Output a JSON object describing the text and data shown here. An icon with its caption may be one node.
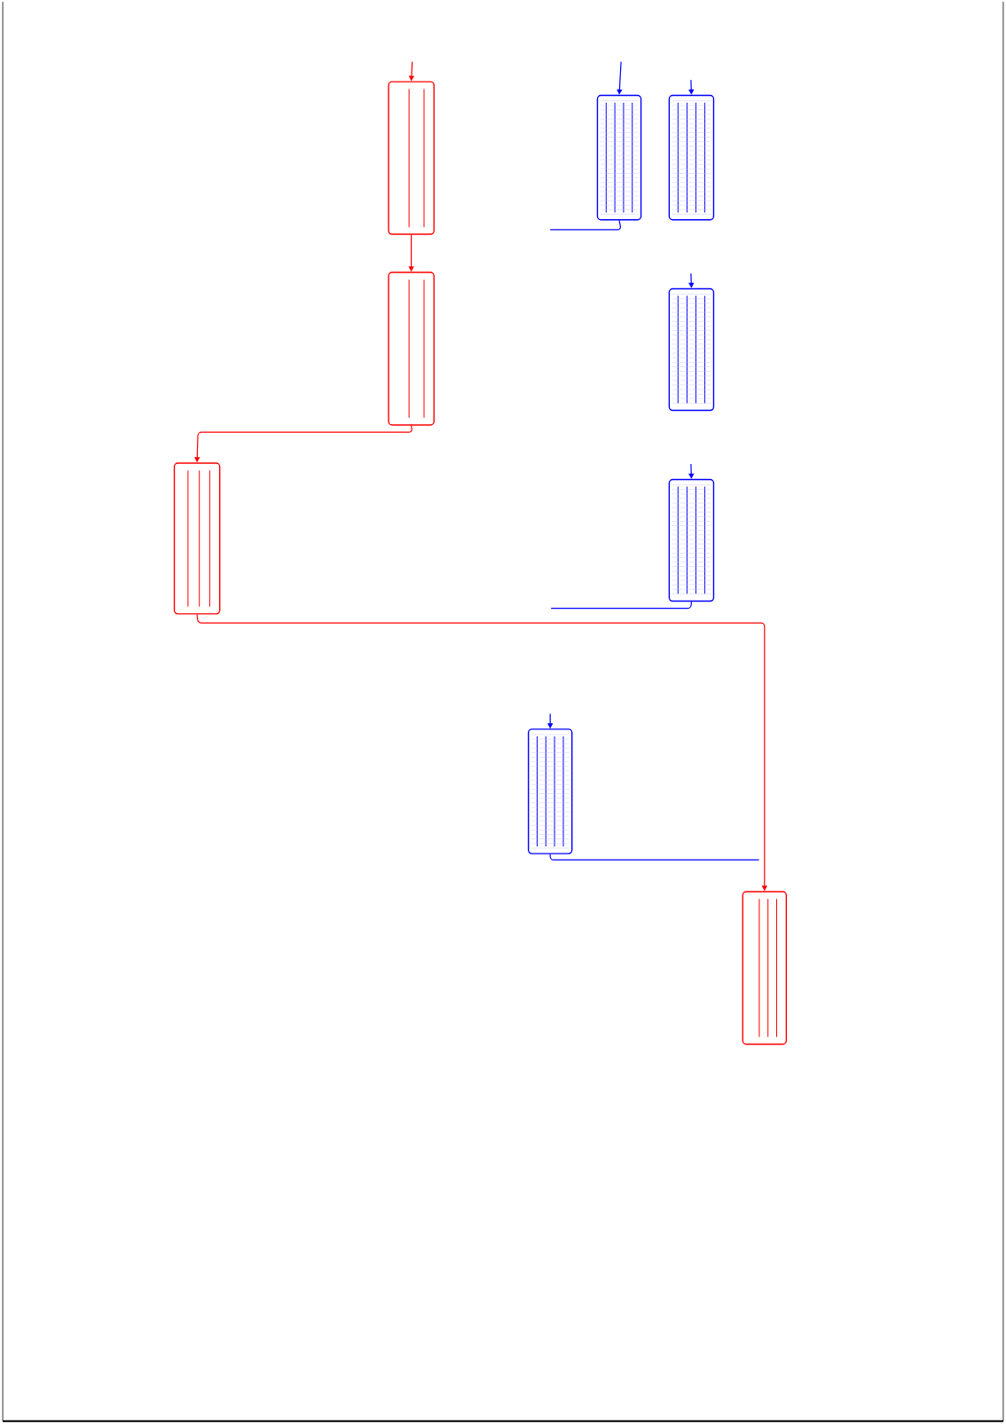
{
  "diagram": {
    "nodes": [
      {
        "text": [],
        "shape": "box"
      },
      {
        "text": [],
        "shape": "box"
      },
      {
        "text": [],
        "shape": "box"
      },
      {
        "text": [],
        "shape": "box"
      },
      {
        "text": [],
        "shape": "box"
      },
      {
        "text": [],
        "shape": "box"
      },
      {
        "text": [],
        "shape": "box"
      },
      {
        "text": [],
        "shape": "box"
      },
      {
        "text": [],
        "shape": "box"
      }
    ],
    "edges": [
      {
        "from": null,
        "to": 0,
        "arrow": "to",
        "color": "#ff0000"
      },
      {
        "from": 0,
        "to": 1,
        "arrow": "to",
        "color": "#ff0000"
      },
      {
        "from": 1,
        "to": 2,
        "arrow": "to",
        "color": "#ff0000"
      },
      {
        "from": 2,
        "to": 3,
        "arrow": "to",
        "color": "#ff0000"
      },
      {
        "from": null,
        "to": 4,
        "arrow": "to"
      },
      {
        "from": 4,
        "to": null,
        "arrow": "none"
      },
      {
        "from": null,
        "to": 5,
        "arrow": "to"
      },
      {
        "from": null,
        "to": 6,
        "arrow": "to"
      },
      {
        "from": null,
        "to": 7,
        "arrow": "to"
      },
      {
        "from": 7,
        "to": null,
        "arrow": "none"
      },
      {
        "from": null,
        "to": 8,
        "arrow": "to"
      },
      {
        "from": 8,
        "to": null,
        "arrow": "none"
      }
    ]
  }
}
